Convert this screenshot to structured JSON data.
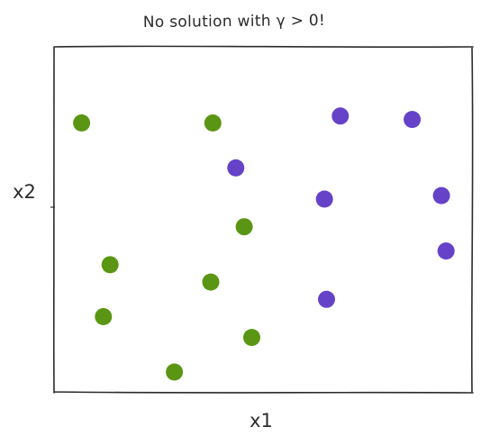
{
  "chart_data": {
    "type": "scatter",
    "title": "No solution with γ > 0!",
    "xlabel": "x1",
    "ylabel": "x2",
    "xlim": [
      0,
      10
    ],
    "ylim": [
      0,
      10
    ],
    "grid": false,
    "legend": "none",
    "series": [
      {
        "color": "#5a9613",
        "points": [
          {
            "x": 0.66,
            "y": 7.8
          },
          {
            "x": 3.8,
            "y": 7.8
          },
          {
            "x": 4.55,
            "y": 4.8
          },
          {
            "x": 1.34,
            "y": 3.7
          },
          {
            "x": 3.75,
            "y": 3.2
          },
          {
            "x": 1.18,
            "y": 2.2
          },
          {
            "x": 4.73,
            "y": 1.6
          },
          {
            "x": 2.88,
            "y": 0.6
          }
        ]
      },
      {
        "color": "#6642c8",
        "points": [
          {
            "x": 6.85,
            "y": 8.0
          },
          {
            "x": 8.57,
            "y": 7.9
          },
          {
            "x": 4.35,
            "y": 6.5
          },
          {
            "x": 6.47,
            "y": 5.6
          },
          {
            "x": 9.27,
            "y": 5.7
          },
          {
            "x": 9.38,
            "y": 4.1
          },
          {
            "x": 6.52,
            "y": 2.7
          }
        ]
      }
    ]
  }
}
